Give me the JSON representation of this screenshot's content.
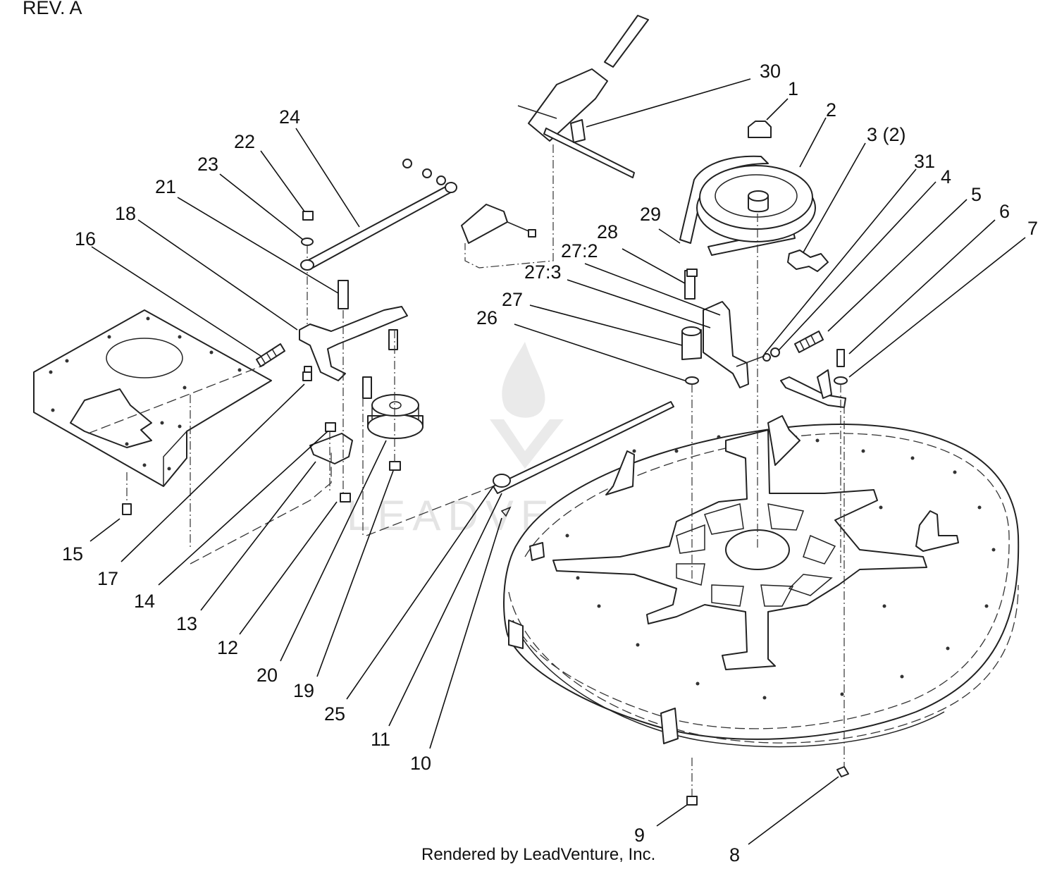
{
  "header": {
    "revision": "REV. A"
  },
  "watermark": {
    "text": "LEADVENTURE"
  },
  "footer": {
    "credit": "Rendered by LeadVenture, Inc."
  },
  "callouts": {
    "c1": "1",
    "c2": "2",
    "c3": "3 (2)",
    "c4": "4",
    "c5": "5",
    "c6": "6",
    "c7": "7",
    "c8": "8",
    "c9": "9",
    "c10": "10",
    "c11": "11",
    "c12": "12",
    "c13": "13",
    "c14": "14",
    "c15": "15",
    "c16": "16",
    "c17": "17",
    "c18": "18",
    "c19": "19",
    "c20": "20",
    "c21": "21",
    "c22": "22",
    "c23": "23",
    "c24": "24",
    "c25": "25",
    "c26": "26",
    "c27": "27",
    "c27_2": "27:2",
    "c27_3": "27:3",
    "c28": "28",
    "c29": "29",
    "c30": "30",
    "c31": "31"
  }
}
